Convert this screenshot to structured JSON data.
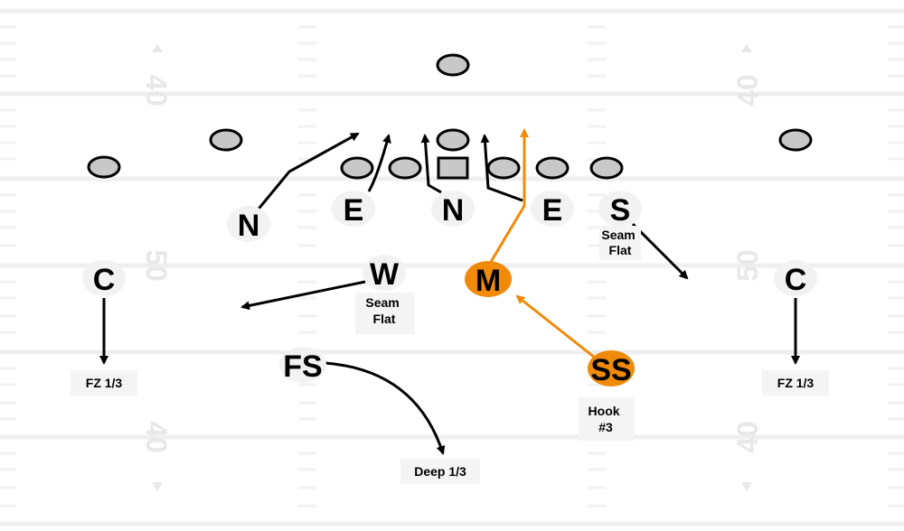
{
  "colors": {
    "field": "#ffffff",
    "yard_line": "#efefef",
    "offense_fill": "#c8c8c8",
    "defender_fill": "#f2f2f2",
    "highlight": "#f08a0a",
    "arrow": "#000000"
  },
  "yard_numbers": {
    "top": "40",
    "middle": "50",
    "bottom": "40"
  },
  "defenders": [
    {
      "id": "nickel",
      "label": "N",
      "highlight": false
    },
    {
      "id": "end-left",
      "label": "E",
      "highlight": false
    },
    {
      "id": "nose",
      "label": "N",
      "highlight": false
    },
    {
      "id": "end-right",
      "label": "E",
      "highlight": false
    },
    {
      "id": "sam",
      "label": "S",
      "highlight": false
    },
    {
      "id": "corner-left",
      "label": "C",
      "highlight": false
    },
    {
      "id": "will",
      "label": "W",
      "highlight": false
    },
    {
      "id": "mike",
      "label": "M",
      "highlight": true
    },
    {
      "id": "corner-right",
      "label": "C",
      "highlight": false
    },
    {
      "id": "free-safety",
      "label": "FS",
      "highlight": false
    },
    {
      "id": "strong-safety",
      "label": "SS",
      "highlight": true
    }
  ],
  "assignments": {
    "sam": "Seam\nFlat",
    "will": "Seam\nFlat",
    "corner_left": "FZ 1/3",
    "corner_right": "FZ 1/3",
    "free_safety": "Deep 1/3",
    "strong_safety": "Hook\n#3"
  }
}
